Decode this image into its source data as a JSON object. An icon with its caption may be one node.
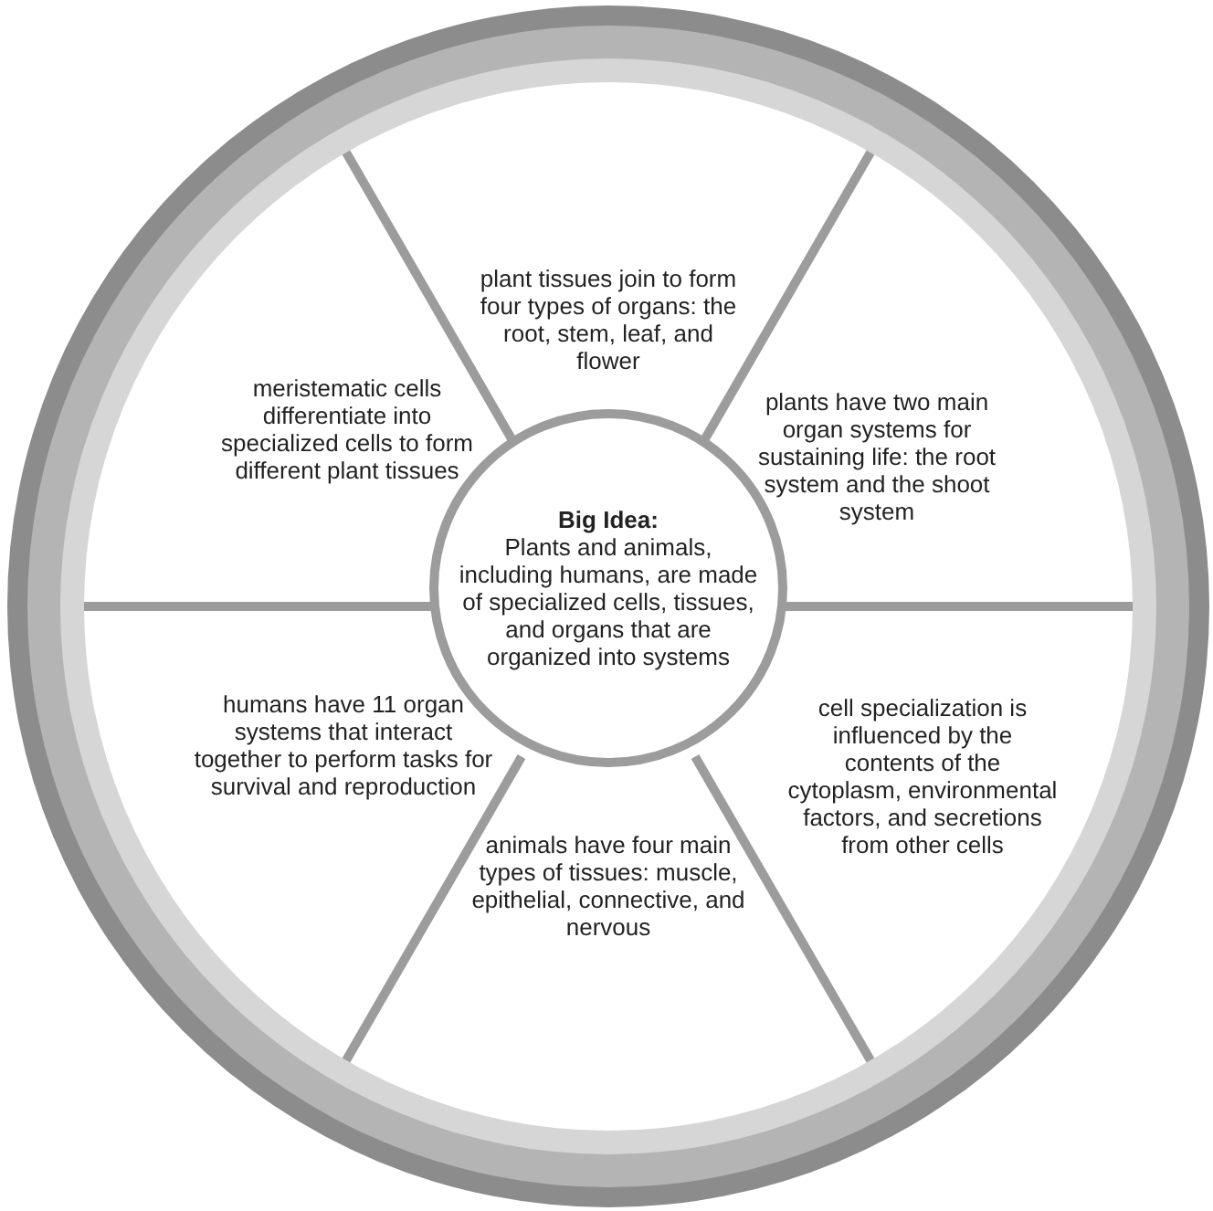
{
  "diagram": {
    "nodes": [
      {
        "text": [
          "Big Idea:",
          "Plants and animals, including humans, are made of specialized cells, tissues, and organs that are organized into systems"
        ]
      },
      {
        "text": [
          "plant tissues join to form four types of organs: the root, stem, leaf, and flower"
        ]
      },
      {
        "text": [
          "plants have two main organ systems for sustaining life: the root system and the shoot system"
        ]
      },
      {
        "text": [
          "cell specialization is influenced by the contents of the cytoplasm, environmental factors, and secretions from other cells"
        ]
      },
      {
        "text": [
          "animals have four main types of tissues: muscle, epithelial, connective, and nervous"
        ]
      },
      {
        "text": [
          "humans have 11 organ systems that interact together to perform tasks for survival and reproduction"
        ]
      },
      {
        "text": [
          "meristematic cells differentiate into specialized cells to form different plant tissues"
        ]
      }
    ],
    "edges": []
  }
}
